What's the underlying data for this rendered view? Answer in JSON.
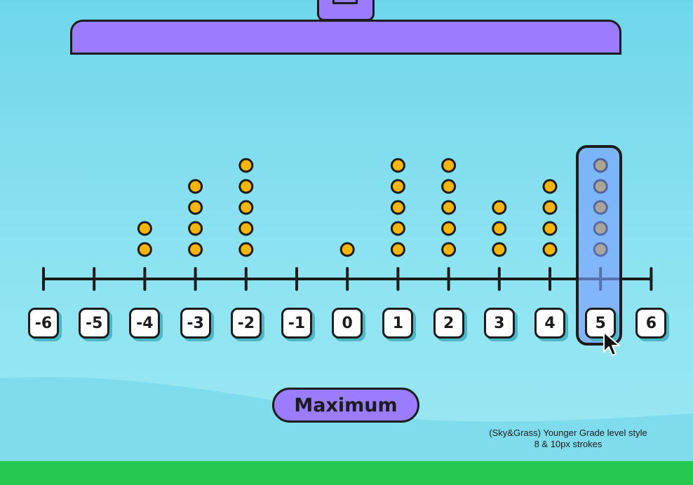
{
  "chart_data": {
    "type": "scatter",
    "subtype": "dot-plot",
    "categories": [
      "-6",
      "-5",
      "-4",
      "-3",
      "-2",
      "-1",
      "0",
      "1",
      "2",
      "3",
      "4",
      "5",
      "6"
    ],
    "values": [
      0,
      0,
      2,
      4,
      5,
      0,
      1,
      5,
      5,
      3,
      4,
      5,
      0
    ],
    "xlim": [
      -6,
      6
    ],
    "highlighted": "5",
    "dot_color": "#f7b500"
  },
  "tiles": [
    "-6",
    "-5",
    "-4",
    "-3",
    "-2",
    "-1",
    "0",
    "1",
    "2",
    "3",
    "4",
    "5",
    "6"
  ],
  "answer_button": {
    "label": "Maximum"
  },
  "style_note": {
    "line1": "(Sky&Grass) Younger Grade level style",
    "line2": "8 & 10px strokes"
  },
  "colors": {
    "sky": "#6fd6ea",
    "grass": "#27c84f",
    "purple": "#9a7cff",
    "dot": "#f7b500",
    "highlight": "#7a9cff"
  },
  "icons": {
    "cursor": "arrow-cursor-icon"
  }
}
